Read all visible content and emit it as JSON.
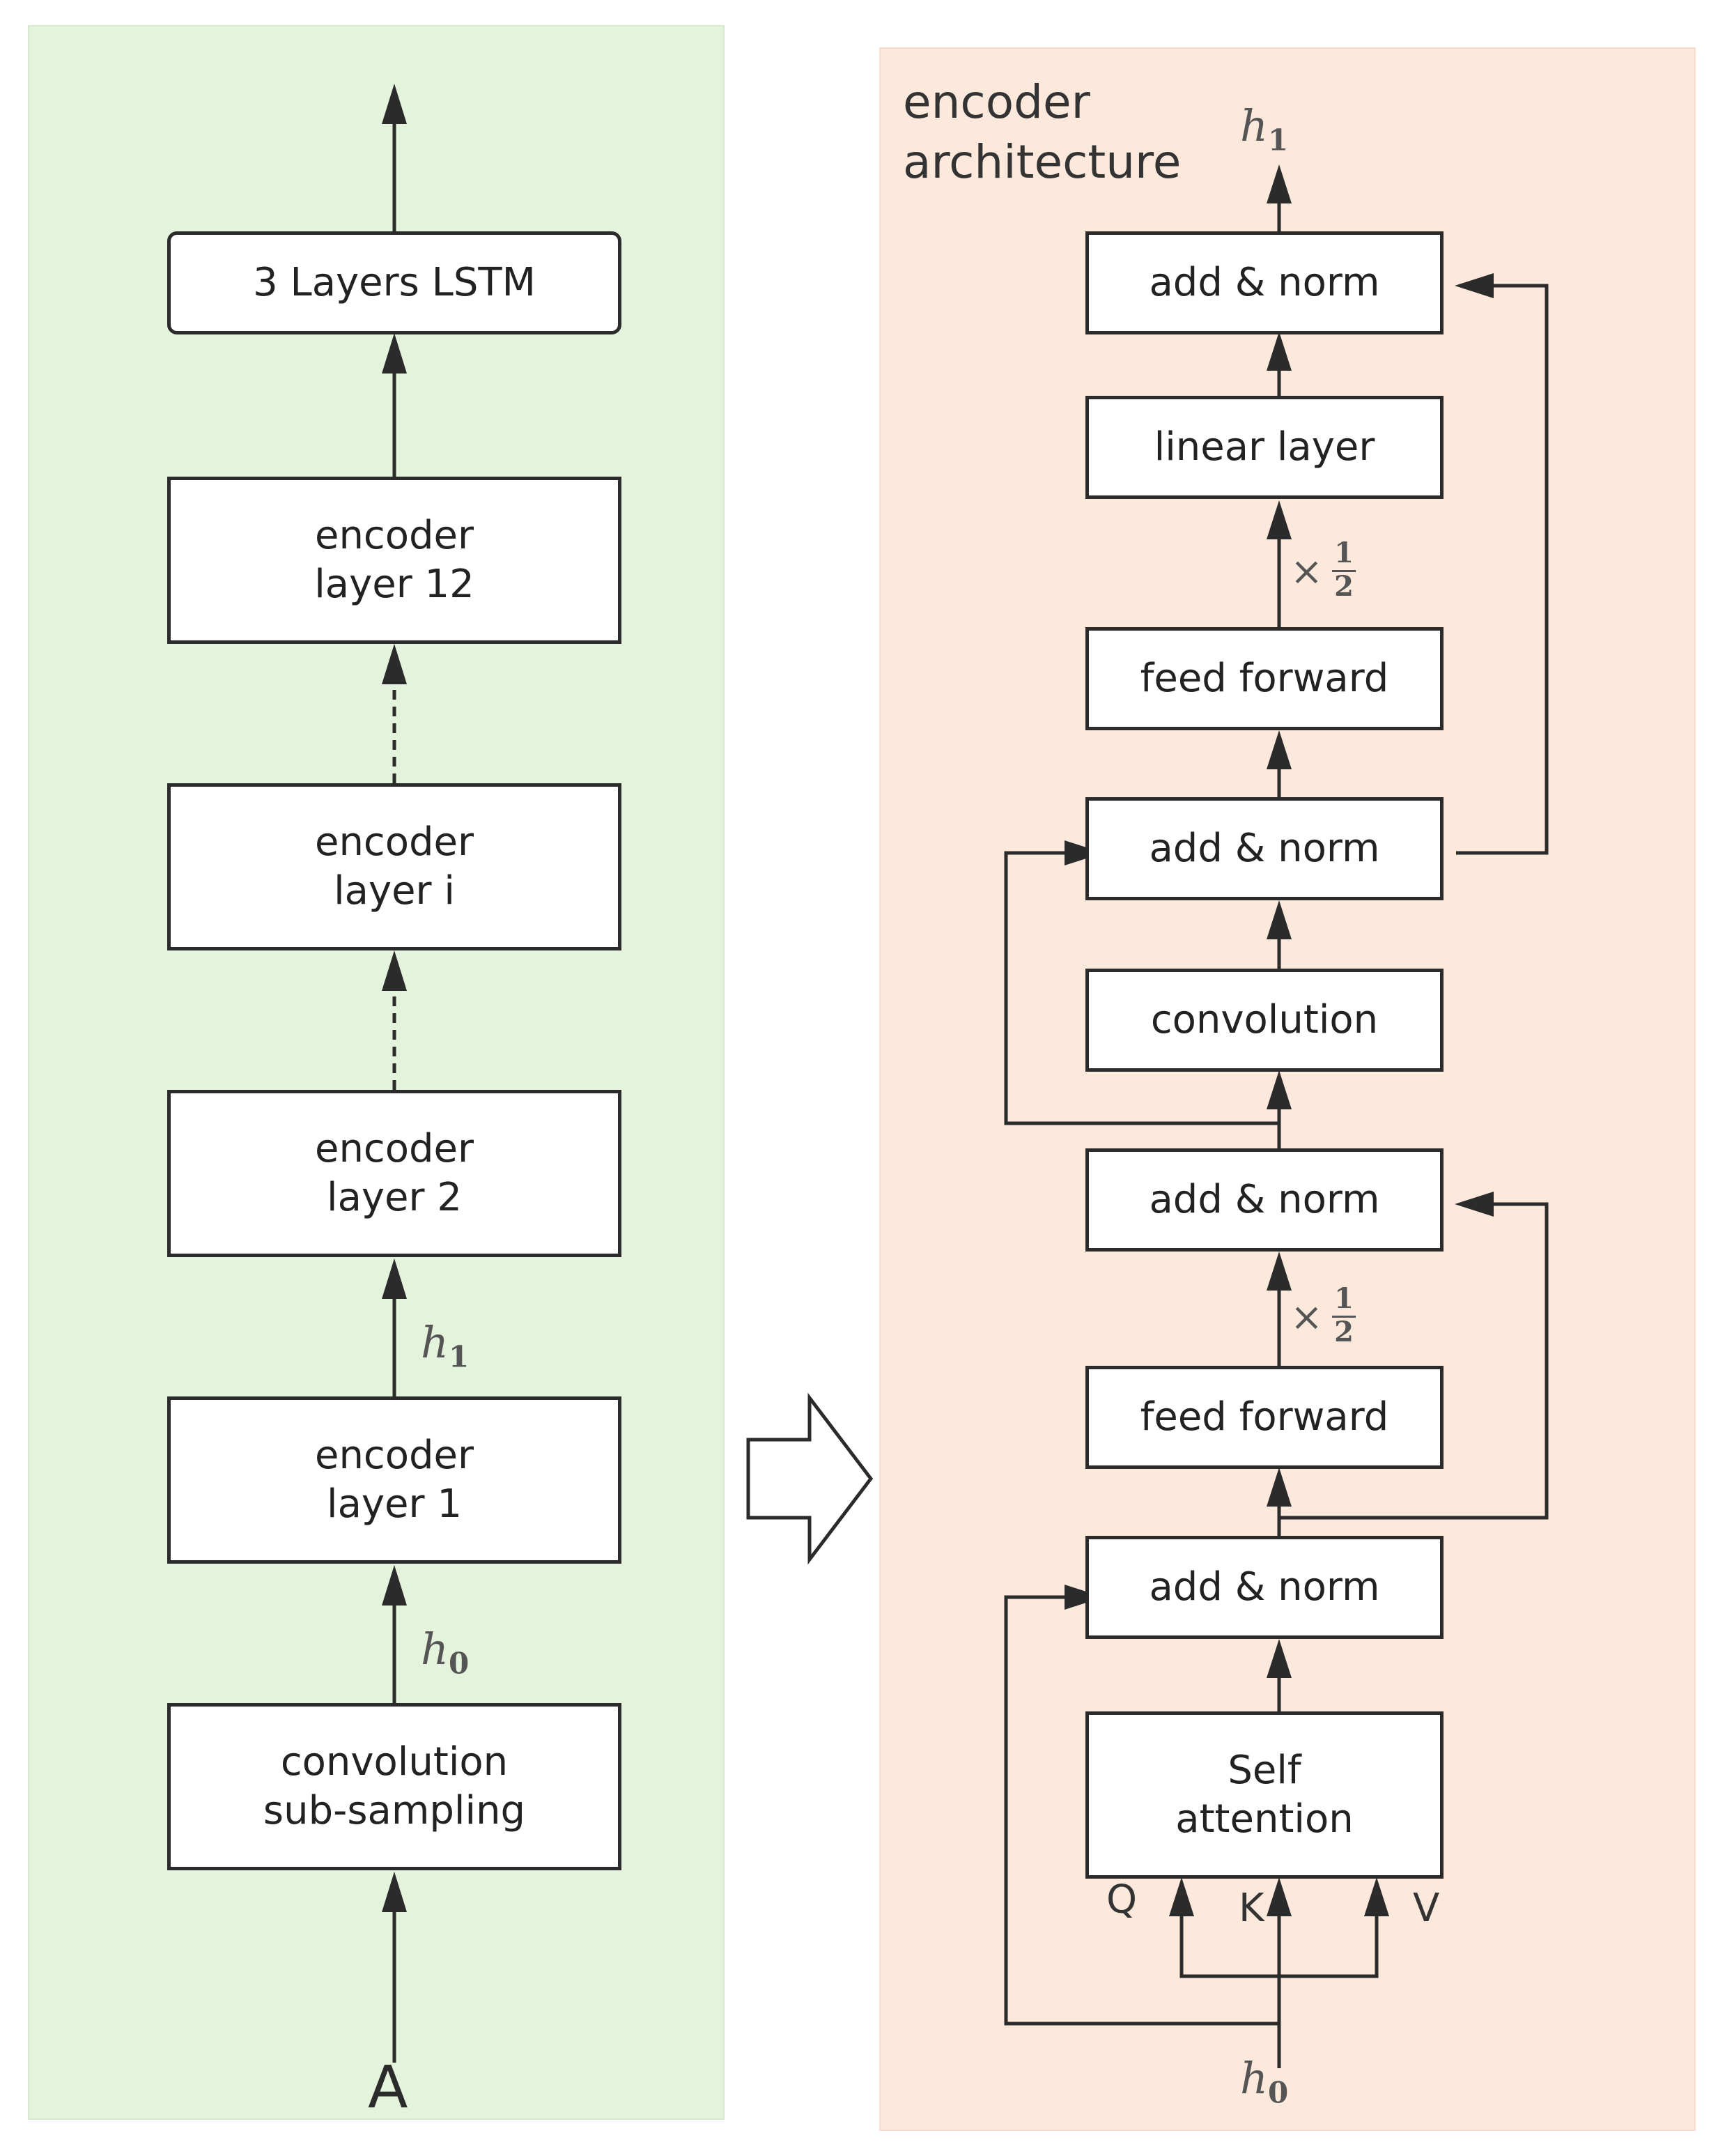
{
  "left": {
    "lstm_label": "3 Layers  LSTM",
    "enc12": [
      "encoder",
      "layer 12"
    ],
    "enci": [
      "encoder",
      "layer i"
    ],
    "enc2": [
      "encoder",
      "layer 2"
    ],
    "enc1": [
      "encoder",
      "layer 1"
    ],
    "conv_sub": [
      "convolution",
      "sub-sampling"
    ],
    "h1": "h",
    "h1_sub": "1",
    "h0": "h",
    "h0_sub": "0",
    "input": "A"
  },
  "right": {
    "title": [
      "encoder",
      "architecture"
    ],
    "h1": "h",
    "h1_sub": "1",
    "add_norm": "add & norm",
    "linear": "linear layer",
    "feed_forward": "feed forward",
    "convolution": "convolution",
    "self_attention": [
      "Self",
      "attention"
    ],
    "q": "Q",
    "k": "K",
    "v": "V",
    "h0": "h",
    "h0_sub": "0",
    "times": "×",
    "half_num": "1",
    "half_den": "2"
  },
  "colors": {
    "left_bg": "#e4f4dc",
    "right_bg": "#fce9dc",
    "line": "#2b2b2b"
  }
}
